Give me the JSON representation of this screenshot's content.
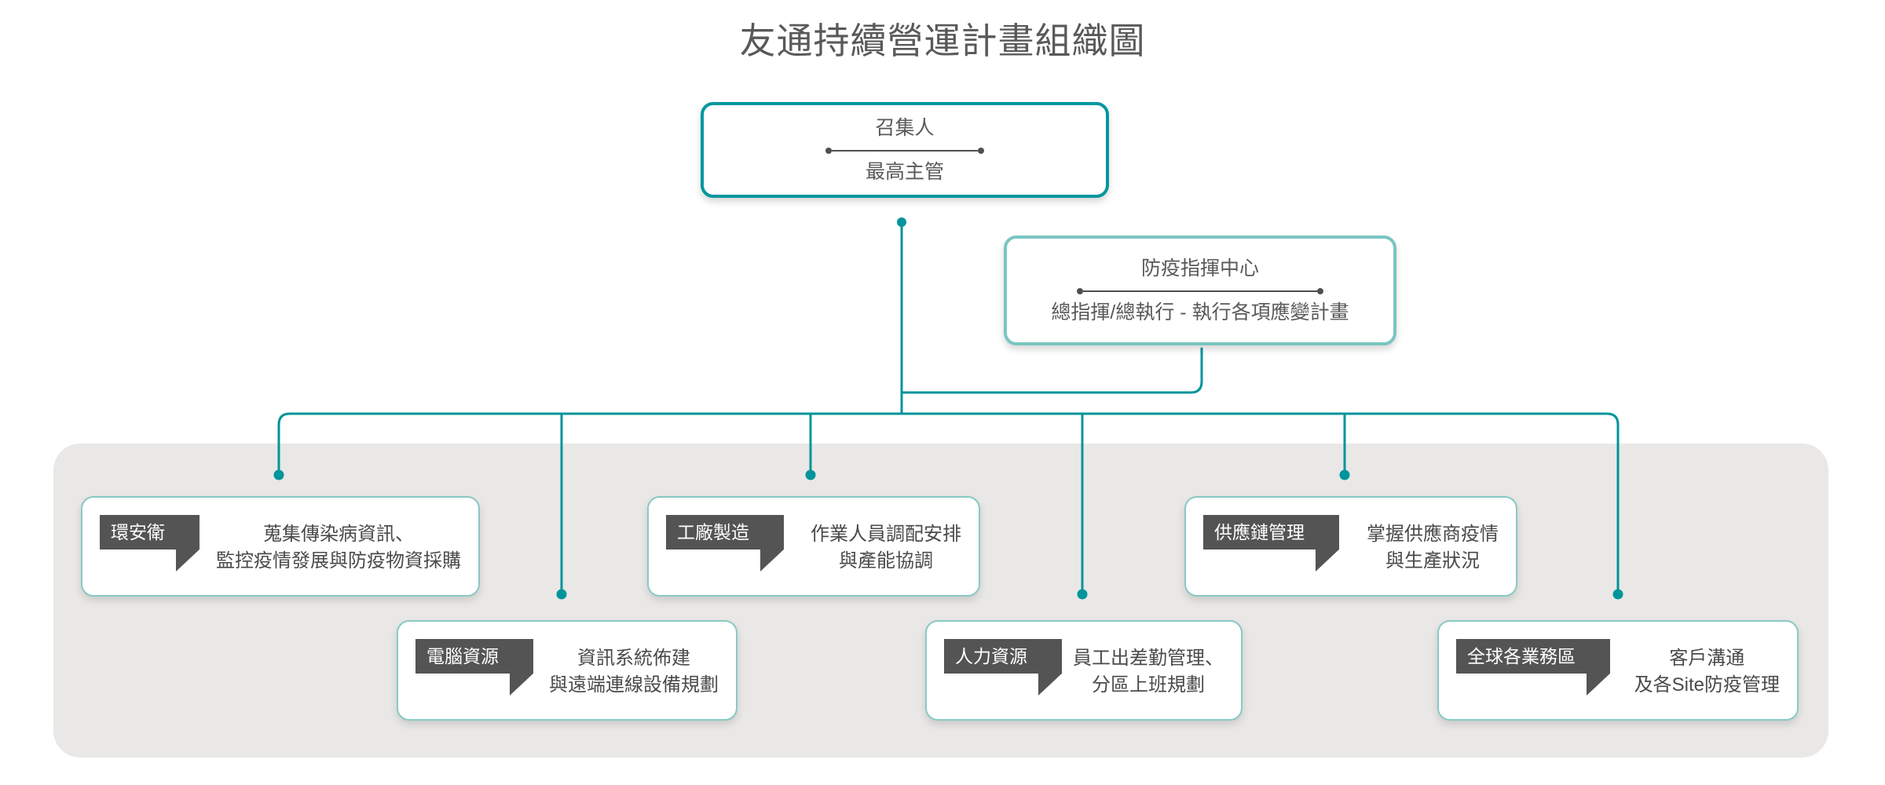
{
  "title": "友通持續營運計畫組織圖",
  "colors": {
    "accent_teal": "#00979d",
    "node_border_level2": "#79c6c0",
    "card_border": "#89c9c4",
    "tag_dark": "#545454",
    "panel_gray": "#e9e8e6",
    "text_gray": "#59595b"
  },
  "nodes": {
    "level1": {
      "title": "召集人",
      "subtitle": "最高主管"
    },
    "level2": {
      "title": "防疫指揮中心",
      "subtitle": "總指揮/總執行 - 執行各項應變計畫"
    }
  },
  "departments": [
    {
      "tag": "環安衛",
      "description": "蒐集傳染病資訊、\n監控疫情發展與防疫物資採購"
    },
    {
      "tag": "電腦資源",
      "description": "資訊系統佈建\n與遠端連線設備規劃"
    },
    {
      "tag": "工廠製造",
      "description": "作業人員調配安排\n與產能協調"
    },
    {
      "tag": "人力資源",
      "description": "員工出差勤管理、\n分區上班規劃"
    },
    {
      "tag": "供應鏈管理",
      "description": "掌握供應商疫情\n與生產狀況"
    },
    {
      "tag": "全球各業務區",
      "description": "客戶溝通\n及各Site防疫管理"
    }
  ]
}
